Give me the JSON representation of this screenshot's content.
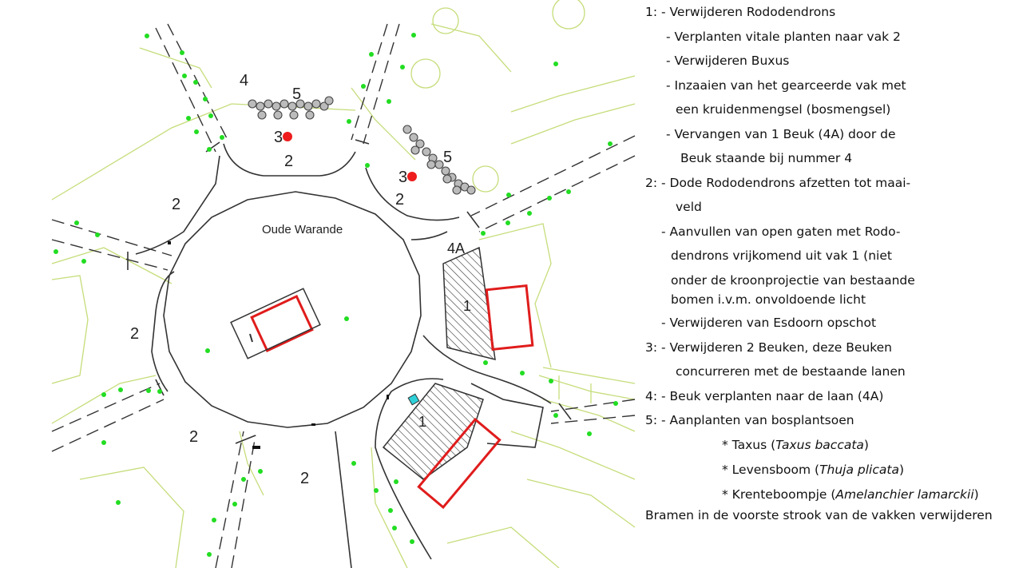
{
  "map": {
    "place_name": "Oude Warande",
    "area_labels": {
      "n_left_4": "4",
      "n_left_5": "5",
      "n_left_3": "3",
      "n_left_2": "2",
      "nw_2": "2",
      "w_2": "2",
      "sw_2": "2",
      "s_2": "2",
      "ne_5": "5",
      "ne_3": "3",
      "ne_2": "2",
      "label_4a": "4A",
      "east_1": "1",
      "se_1": "1"
    },
    "colors": {
      "road_line": "#333333",
      "boundary_line": "#c5dd7a",
      "tree_dot": "#22dd22",
      "selection_box": "#e01c1c",
      "shrub_symbol": "#555555",
      "marker": "#ee1c1c",
      "water_tap": "#2ed0d8"
    }
  },
  "legend": {
    "l1": "1: - Verwijderen Rododendrons",
    "l2": "- Verplanten vitale planten naar vak 2",
    "l3": "- Verwijderen Buxus",
    "l4": "- Inzaaien van het gearceerde vak met",
    "l5": "een kruidenmengsel (bosmengsel)",
    "l6": "- Vervangen van 1 Beuk (4A) door de",
    "l7": "Beuk staande bij nummer 4",
    "l8": "2: - Dode Rododendrons afzetten tot maai-",
    "l9": "veld",
    "l10": "- Aanvullen van open gaten met  Rodo-",
    "l11": "dendrons vrijkomend uit vak 1 (niet",
    "l12": "onder de kroonprojectie van bestaande",
    "l13": "bomen i.v.m. onvoldoende licht",
    "l14": "- Verwijderen van Esdoorn opschot",
    "l15": "3: - Verwijderen 2 Beuken, deze Beuken",
    "l16": "concurreren met de bestaande lanen",
    "l17": "4: - Beuk verplanten naar de laan (4A)",
    "l18": "5: - Aanplanten van bosplantsoen",
    "l19a": "* Taxus (",
    "l19b": "Taxus baccata",
    "l19c": ")",
    "l20a": "* Levensboom (",
    "l20b": "Thuja plicata",
    "l20c": ")",
    "l21a": "* Krenteboompje (",
    "l21b": "Amelanchier lamarckii",
    "l21c": ")",
    "l22": "Bramen in de voorste strook van de vakken verwijderen"
  }
}
